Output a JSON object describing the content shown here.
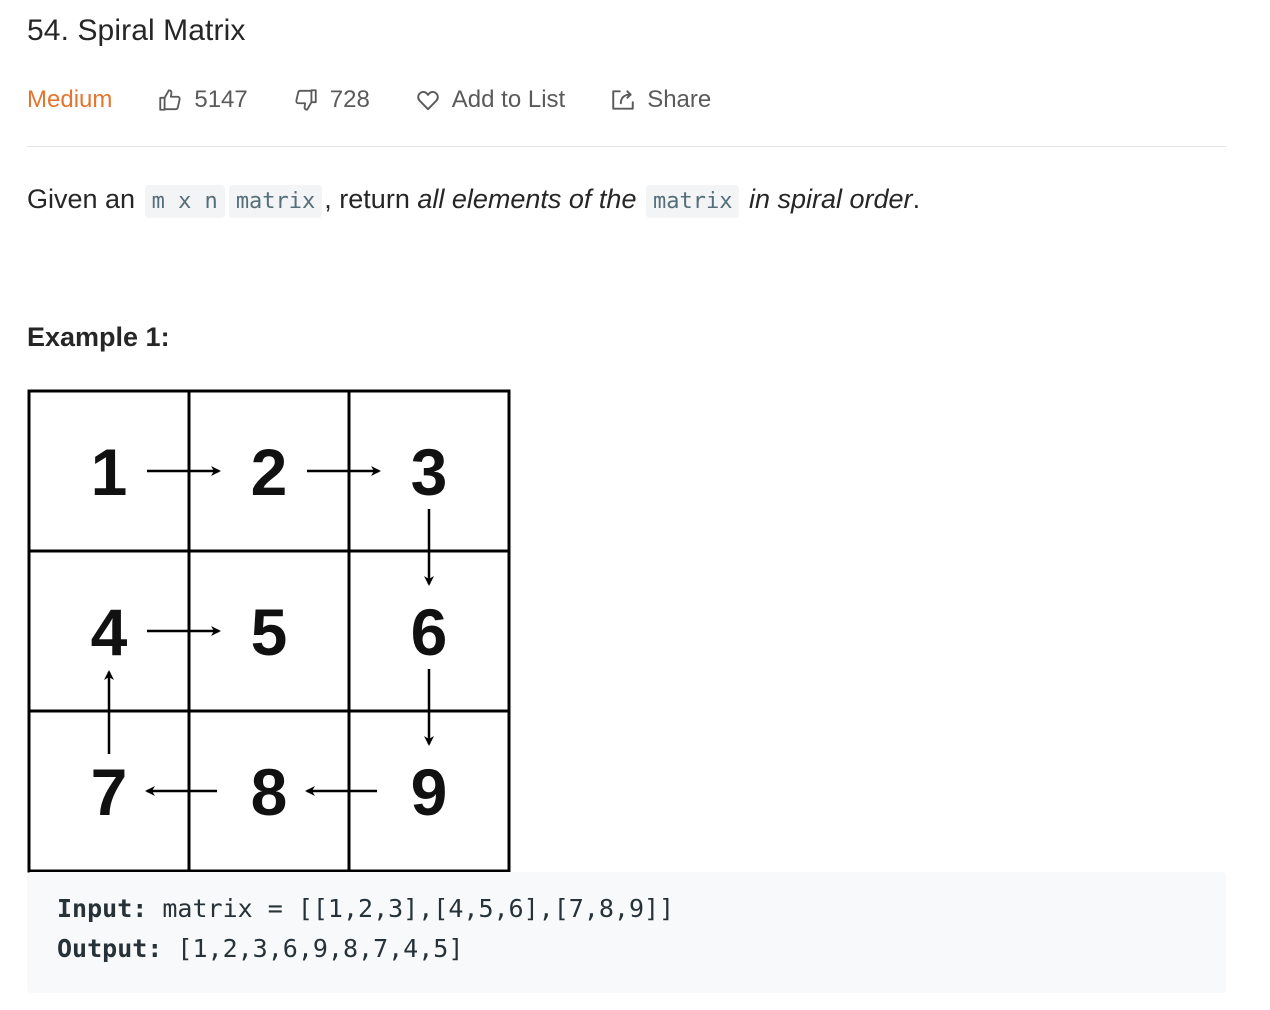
{
  "problem": {
    "title": "54. Spiral Matrix",
    "difficulty": "Medium",
    "difficulty_color": "#e3762f",
    "likes": "5147",
    "dislikes": "728",
    "add_to_list_label": "Add to List",
    "share_label": "Share",
    "icons": {
      "like": "thumbs-up-icon",
      "dislike": "thumbs-down-icon",
      "add_to_list": "heart-icon",
      "share": "share-icon"
    }
  },
  "description": {
    "part1": "Given an ",
    "code1": "m x n",
    "code2": "matrix",
    "part2": ", return ",
    "emphasis1": "all elements of the",
    "code3": "matrix",
    "emphasis2": "in spiral order",
    "part3": "."
  },
  "example": {
    "title": "Example 1:",
    "matrix": [
      [
        "1",
        "2",
        "3"
      ],
      [
        "4",
        "5",
        "6"
      ],
      [
        "7",
        "8",
        "9"
      ]
    ],
    "input_label": "Input:",
    "input_value": " matrix = [[1,2,3],[4,5,6],[7,8,9]]",
    "output_label": "Output:",
    "output_value": " [1,2,3,6,9,8,7,4,5]"
  }
}
